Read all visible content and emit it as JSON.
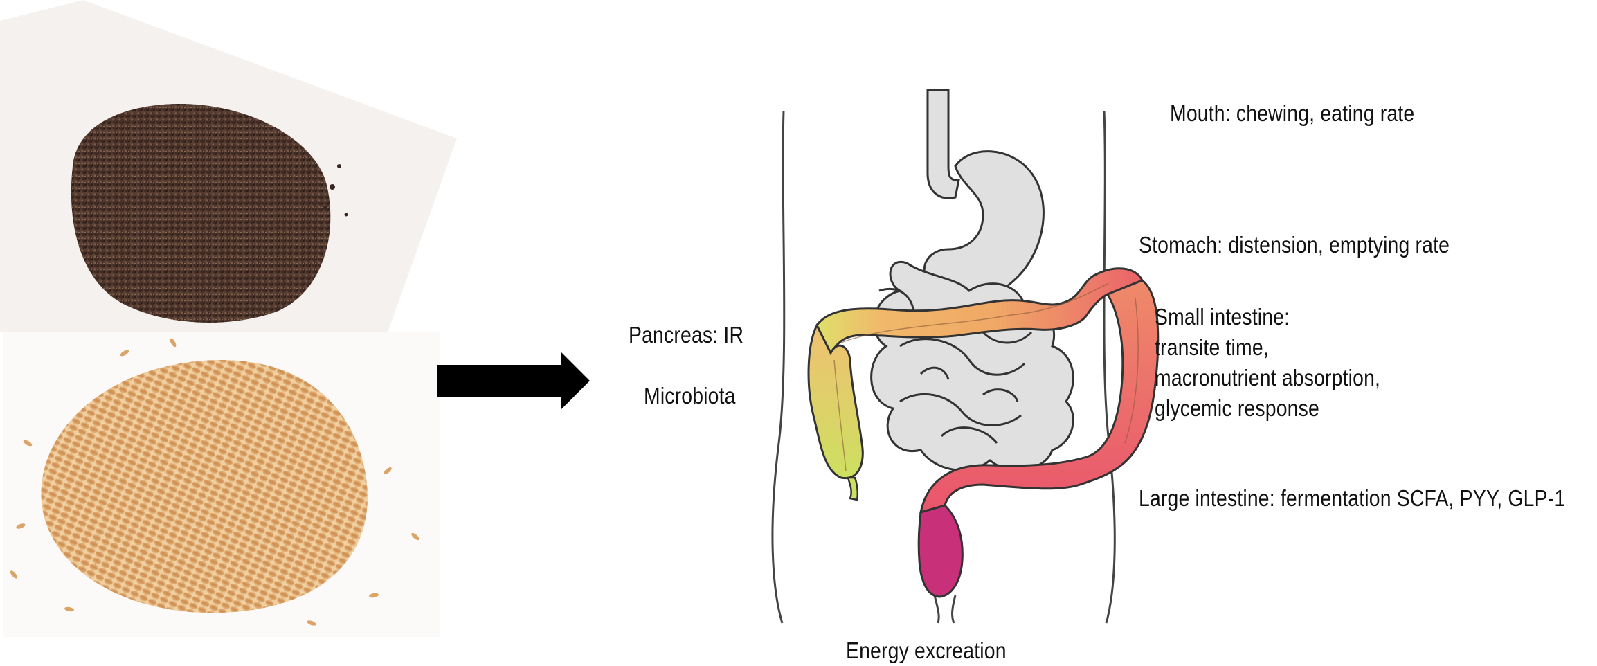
{
  "labels": {
    "mouth": "Mouth: chewing, eating rate",
    "stomach": "Stomach: distension, emptying rate",
    "small_intestine": [
      "Small intestine:",
      "transite time,",
      "macronutrient absorption,",
      "glycemic response"
    ],
    "large_intestine": "Large intestine: fermentation SCFA, PYY, GLP-1",
    "pancreas": "Pancreas: IR",
    "microbiota": "Microbiota",
    "energy_excretion": "Energy excreation"
  },
  "colors": {
    "arrow": "#000000",
    "dark_seeds": "#3d2a22",
    "oat_grains": "#d9a36a",
    "gut_fill": "#e0e0e0",
    "outline": "#333333",
    "colon_yellow": "#dfe06a",
    "colon_orange": "#f0a866",
    "colon_red": "#ec6e6a",
    "rectum_magenta": "#c9307a"
  },
  "icons": {
    "arrow": "right-arrow-icon"
  }
}
